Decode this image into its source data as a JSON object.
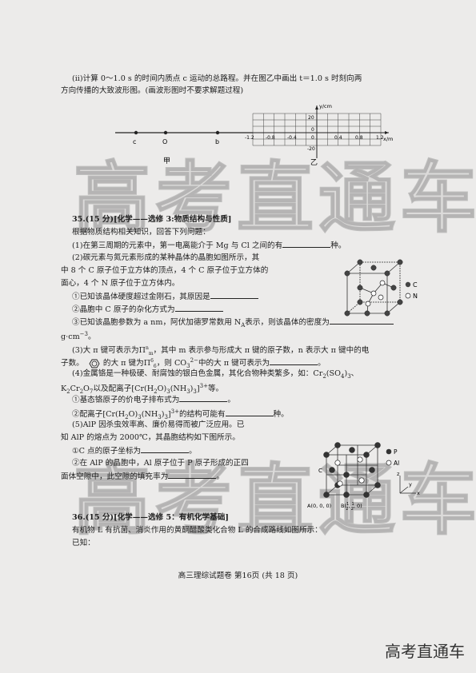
{
  "q34": {
    "line1": "(ii)计算 0～1.0 s 的时间内质点 c 运动的总路程。并在图乙中画出 t＝1.0 s 时刻向两",
    "line2": "方向传播的大致波形图。(画波形图时不要求解题过程)"
  },
  "fig_jia": {
    "labels": [
      "c",
      "O",
      "b"
    ],
    "caption": "甲"
  },
  "fig_yi": {
    "y_label": "y/cm",
    "x_label": "x/m",
    "y_ticks": [
      "20",
      "0",
      "-20"
    ],
    "x_ticks": [
      "-1.2",
      "-0.8",
      "-0.4",
      "0",
      "0.4",
      "0.8",
      "1.2"
    ],
    "caption": "乙"
  },
  "q35": {
    "title": "35.(15 分)[化学——选修 3:物质结构与性质]",
    "intro": "根据物质结构相关知识，回答下列问题：",
    "p1": "(1)在第三周期的元素中，第一电离能介于 Mg 与 Cl 之间的有",
    "p1_end": "种。",
    "p2a": "(2)碳元素与氮元素形成的某种晶体的晶胞如图所示，其",
    "p2b": "中 8 个 C 原子位于立方体的顶点，4 个 C 原子位于立方体的",
    "p2c": "面心，4 个 N 原子位于立方体内。",
    "p2_1": "①已知该晶体硬度超过金刚石，其原因是",
    "p2_2": "②晶胞中 C 原子的杂化方式为",
    "p2_3": "③已知该晶胞参数为 a nm，阿伏加德罗常数用 N",
    "p2_3b": "表示，则该晶体的密度为",
    "p2_3c": "g·cm",
    "p3a": "(3)大 π 键可表示为",
    "p3a2": "，其中 m 表示参与形成大 π 键的原子数，n 表示大 π 键中的电",
    "p3b": "子数。",
    "p3b2": "的大 π 键为",
    "p3b3": "，则 CO",
    "p3b4": "中的大 π 键可表示为",
    "p4a": "(4)金属铬是一种极硬、耐腐蚀的银白色金属，其化合物种类繁多，如：Cr",
    "p4a2": "(SO",
    "p4b": "K",
    "p4b2": "Cr",
    "p4b3": "O",
    "p4b4": "以及配离子[Cr(H",
    "p4b5": "O)",
    "p4b6": "(NH",
    "p4b7": ")",
    "p4b8": "]",
    "p4b9": "等。",
    "p4_1": "①基态铬原子的价电子排布式为",
    "p4_2": "②配离子[Cr(H",
    "p4_2b": "O)",
    "p4_2c": "(NH",
    "p4_2d": ")",
    "p4_2e": "]",
    "p4_2f": "的结构可能有",
    "p4_2g": "种。",
    "p5a": "(5)AlP 因杀虫效率高、廉价易得而被广泛应用。已",
    "p5b": "知 AlP 的熔点为 2000℃，其晶胞结构如下图所示。",
    "p5_1": "①C 点的原子坐标为",
    "p5_2": "②在 AlP 的晶胞中，Al 原子位于 P 原子形成的正四",
    "p5_3": "面体空隙中，此空隙的填充率为"
  },
  "fig_cn": {
    "legend_c": "C",
    "legend_n": "N"
  },
  "fig_alp": {
    "legend_p": "P",
    "legend_al": "Al",
    "label_c": "C",
    "label_a": "A(0, 0, 0)",
    "label_b": "B(",
    "b_coords": [
      "1",
      "2",
      "1",
      "2",
      "0"
    ],
    "axis_x": "x",
    "axis_y": "y",
    "axis_z": "z"
  },
  "q36": {
    "title": "36.(15 分)[化学——选修 5：有机化学基础]",
    "line1": "有机物 L 有抗菌、消炎作用的黄酮醋酸类化合物 L 的合成路线如图所示：",
    "line2": "已知："
  },
  "footer": "高三理综试题卷  第16页  (共 18 页)",
  "watermark": "高考直通车",
  "brand": "高考直通车"
}
